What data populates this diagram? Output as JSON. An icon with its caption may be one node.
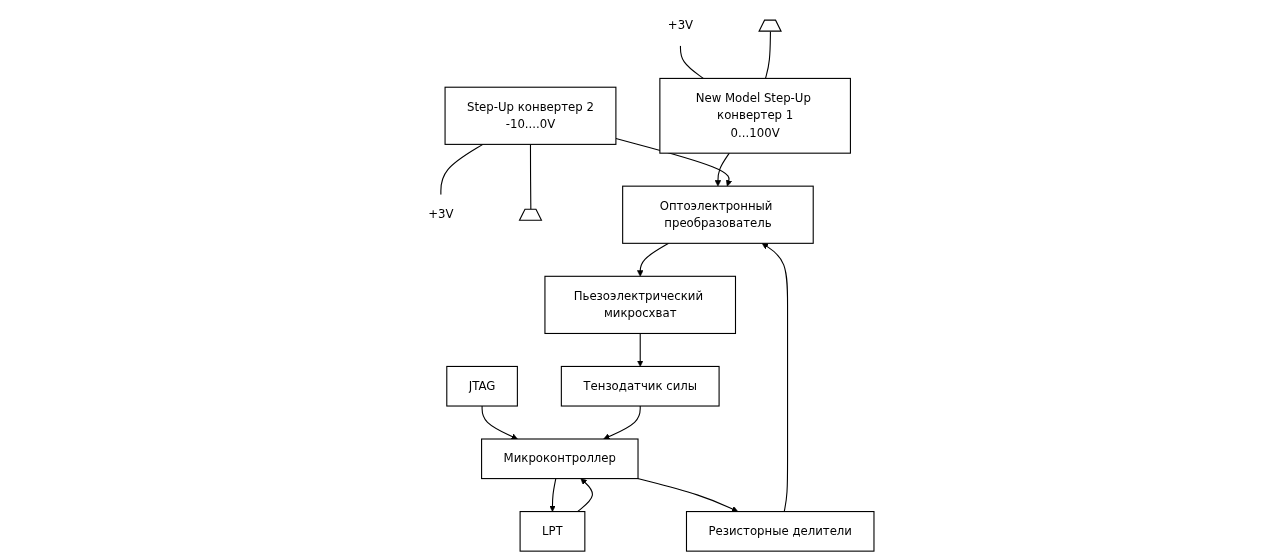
{
  "diagram": {
    "nodes": [
      {
        "text": [
          "+3V"
        ]
      },
      {
        "text": [
          "New Model Step-Up конвертер 1",
          "0...100V"
        ]
      },
      {
        "text": [
          "+3V"
        ]
      },
      {
        "text": [
          "Step-Up конвертер 2",
          "-10....0V"
        ]
      },
      {
        "text": [
          "LPT"
        ]
      },
      {
        "text": [],
        "shape": "ground"
      },
      {
        "text": [],
        "shape": "ground"
      },
      {
        "text": [
          "Микроконтроллер"
        ]
      },
      {
        "text": [
          "Резисторные делители"
        ]
      },
      {
        "text": [
          "Оптоэлектронный преобразователь"
        ]
      },
      {
        "text": [
          "JTAG"
        ]
      },
      {
        "text": [
          "Тензодатчик силы"
        ]
      },
      {
        "text": [
          "Пьезоэлектрический микросхват"
        ]
      }
    ],
    "edges": [
      {
        "from": 0,
        "to": 1,
        "arrow": "none"
      },
      {
        "from": 5,
        "to": 1,
        "arrow": "none"
      },
      {
        "from": 1,
        "to": 9,
        "arrow": "to"
      },
      {
        "from": 3,
        "to": 2,
        "arrow": "none"
      },
      {
        "from": 3,
        "to": 6,
        "arrow": "none"
      },
      {
        "from": 3,
        "to": 9,
        "arrow": "to"
      },
      {
        "from": 4,
        "to": 7,
        "arrow": "to"
      },
      {
        "from": 7,
        "to": 4,
        "arrow": "to"
      },
      {
        "from": 7,
        "to": 8,
        "arrow": "to"
      },
      {
        "from": 8,
        "to": 9,
        "arrow": "to"
      },
      {
        "from": 10,
        "to": 7,
        "arrow": "to"
      },
      {
        "from": 9,
        "to": 12,
        "arrow": "to"
      },
      {
        "from": 12,
        "to": 11,
        "arrow": "to"
      },
      {
        "from": 11,
        "to": 7,
        "arrow": "to"
      }
    ]
  }
}
